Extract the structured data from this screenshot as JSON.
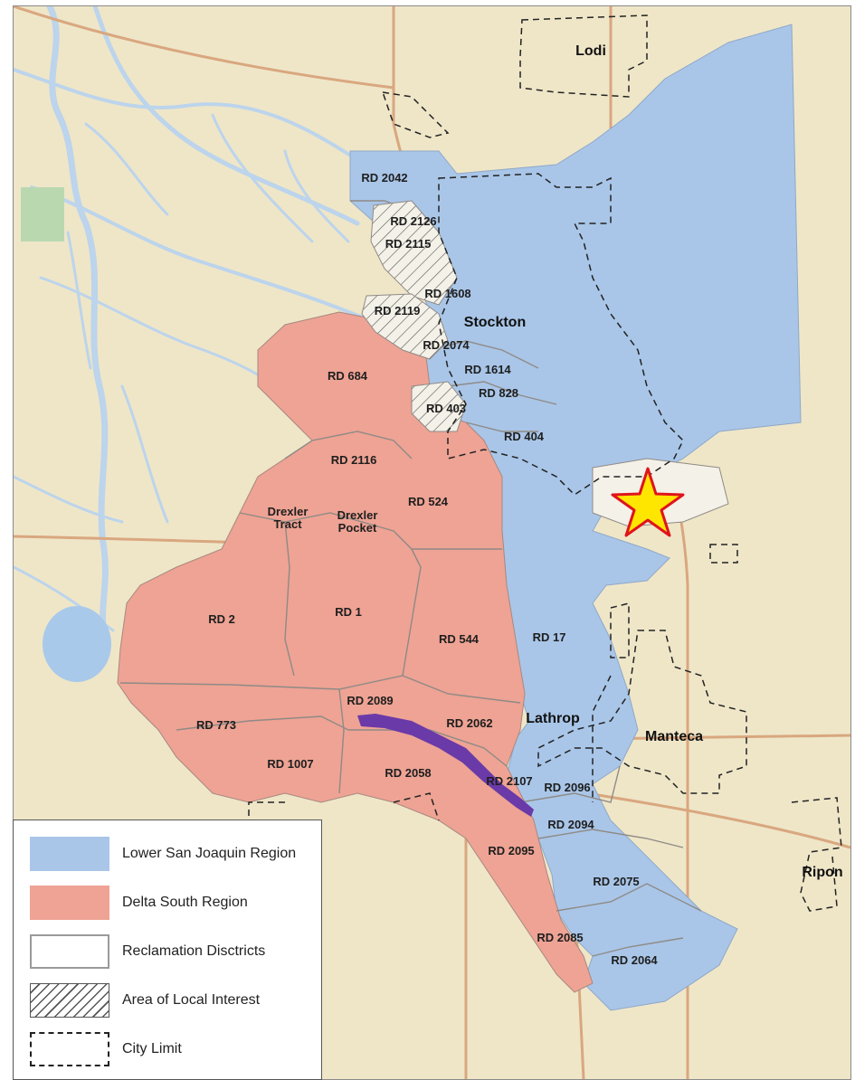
{
  "legend": {
    "items": [
      {
        "label": "Lower San Joaquin Region",
        "swatch": "blue"
      },
      {
        "label": "Delta South Region",
        "swatch": "salmon"
      },
      {
        "label": "Reclamation Disctricts",
        "swatch": "outline"
      },
      {
        "label": "Area of Local Interest",
        "swatch": "hatch"
      },
      {
        "label": "City Limit",
        "swatch": "dashed"
      }
    ]
  },
  "colors": {
    "lower_san_joaquin": "#a9c6e8",
    "delta_south": "#eea394",
    "base_map": "#efe6c8",
    "water": "#bcd4ec",
    "marker_star": "#ffe600",
    "marker_star_outline": "#e0141c",
    "route": "#6a3aa8"
  },
  "icons": [
    "location-star-icon",
    "route-line"
  ],
  "cities": {
    "lodi": "Lodi",
    "stockton": "Stockton",
    "lathrop": "Lathrop",
    "manteca": "Manteca",
    "ripon": "Ripon"
  },
  "districts": {
    "rd2042": "RD 2042",
    "rd2126": "RD 2126",
    "rd2115": "RD 2115",
    "rd1608": "RD 1608",
    "rd2119": "RD 2119",
    "rd2074": "RD 2074",
    "rd684": "RD 684",
    "rd1614": "RD 1614",
    "rd828": "RD 828",
    "rd403": "RD 403",
    "rd404": "RD 404",
    "rd2116": "RD 2116",
    "drexler_tract": "Drexler Tract",
    "drexler_pocket": "Drexler Pocket",
    "rd524": "RD 524",
    "rd2": "RD 2",
    "rd1": "RD 1",
    "rd544": "RD 544",
    "rd17": "RD 17",
    "rd2089": "RD 2089",
    "rd773": "RD 773",
    "rd2062": "RD 2062",
    "rd1007": "RD 1007",
    "rd2058": "RD 2058",
    "rd2107": "RD 2107",
    "rd2096": "RD 2096",
    "rd2094": "RD 2094",
    "rd2095": "RD 2095",
    "rd2075": "RD 2075",
    "rd2085": "RD 2085",
    "rd2064": "RD 2064"
  }
}
